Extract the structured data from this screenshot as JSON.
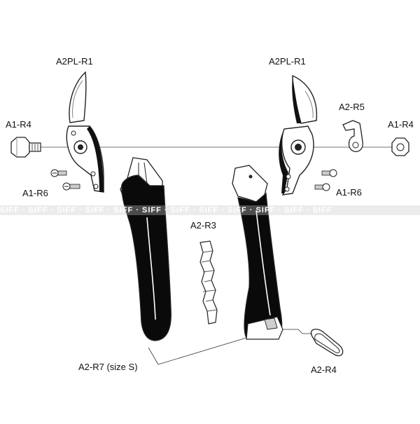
{
  "labels": {
    "blade_left": "A2PL-R1",
    "blade_right": "A2PL-R1",
    "bolt_left": "A1-R4",
    "nut_right": "A1-R4",
    "screws_left": "A1-R6",
    "screws_right": "A1-R6",
    "washer": "A2-R5",
    "spring": "A2-R3",
    "handles": "A2-R7 (size  S)",
    "catch": "A2-R4"
  },
  "watermark": "SIFF · SIFF · SIFF · SIFF · SIFF · SIFF · SIFF · SIFF · SIFF · SIFF · SIFF · SIFF",
  "colors": {
    "line": "#222222",
    "handle_fill": "#0a0a0a",
    "part_fill": "#ffffff",
    "shade": "#cfcfcf"
  }
}
